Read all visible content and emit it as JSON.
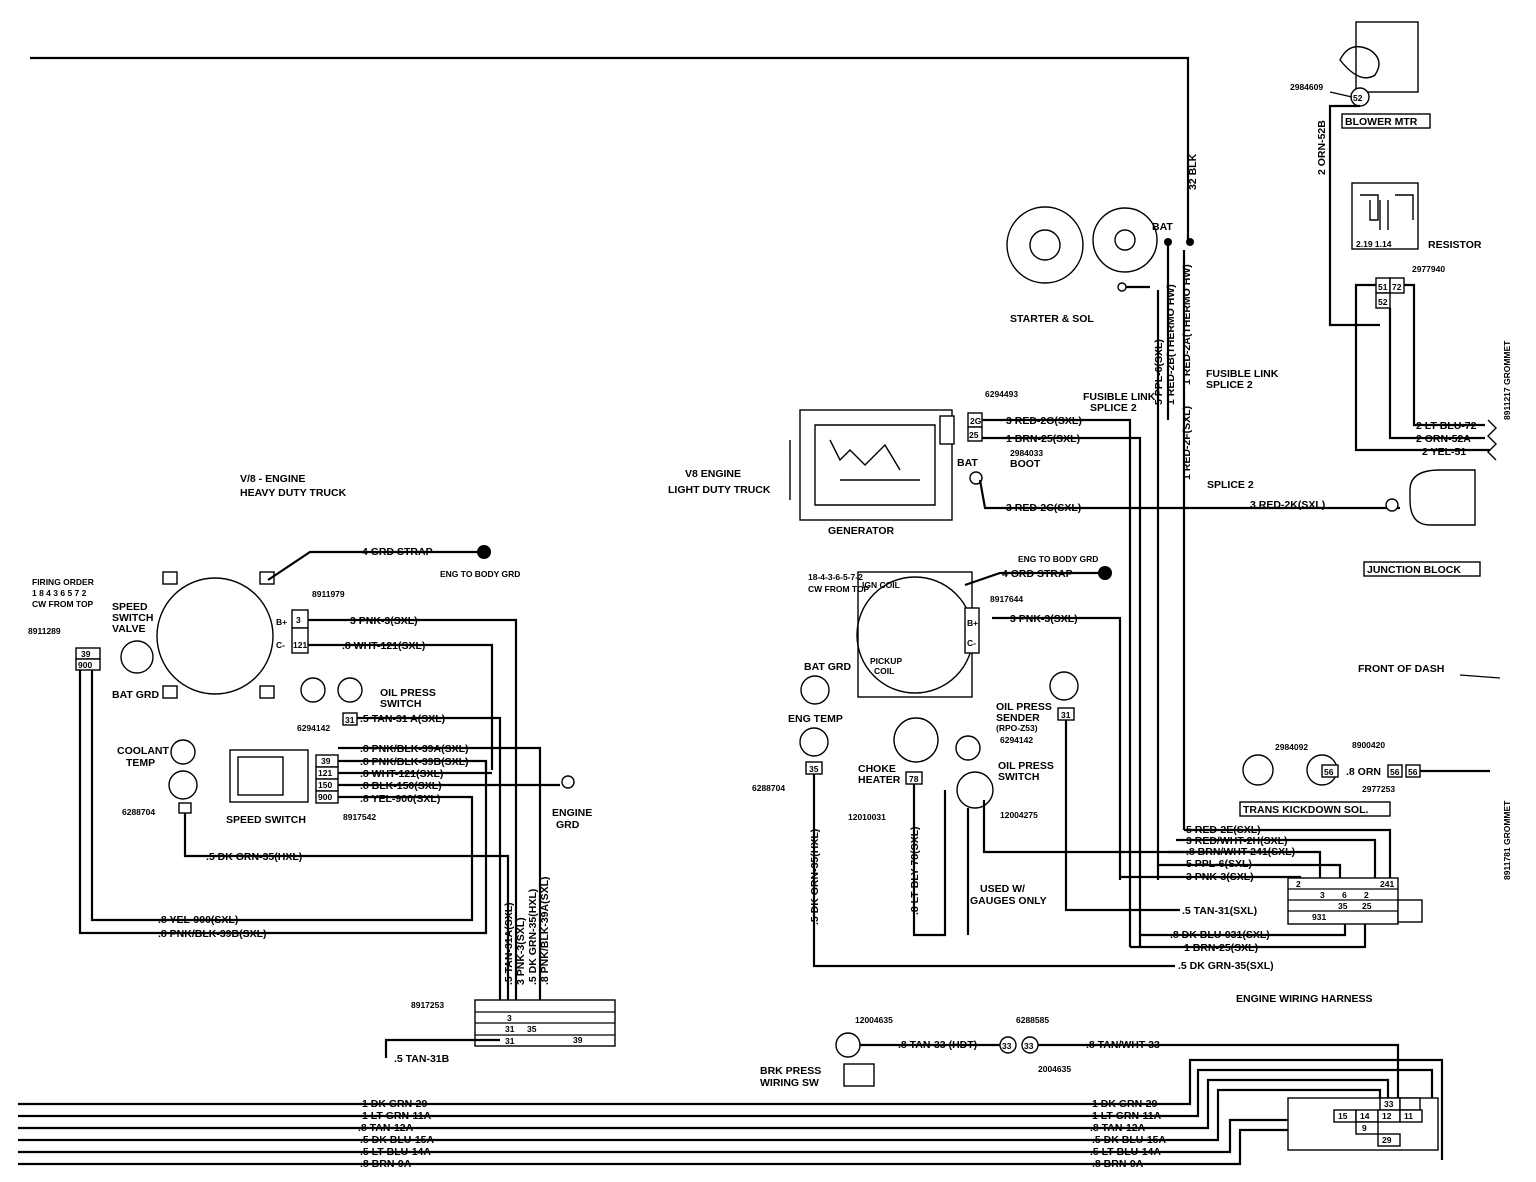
{
  "battery_wire": "32 BLK",
  "blower": {
    "part": "2984609",
    "conn": "52",
    "label": "BLOWER MTR",
    "wire": "2 ORN-52B"
  },
  "resistor": {
    "label": "RESISTOR",
    "part": "2977940",
    "values": "2.19 1.14",
    "pins": [
      "51",
      "72",
      "52"
    ],
    "wires": [
      "2 LT BLU-72",
      "2 ORN-52A",
      "2 YEL-51"
    ],
    "grommet": "8911217 GROMMET"
  },
  "starter": {
    "label": "STARTER & SOL",
    "bat": "BAT",
    "wires": [
      "5 PPL-6(SXL)",
      "1 RED-2B(THERMO HW)",
      "1 RED-2A(THERMO HW)"
    ]
  },
  "fusible": {
    "fl_r": "FUSIBLE LINK",
    "sp_r": "SPLICE 2",
    "fl_l": "FUSIBLE LINK",
    "sp_l": "SPLICE 2",
    "sp_b": "SPLICE 2"
  },
  "generator": {
    "label": "GENERATOR",
    "title": [
      "V8 ENGINE",
      "LIGHT DUTY TRUCK"
    ],
    "part": "6294493",
    "boot": [
      "2984033",
      "BOOT"
    ],
    "bat": "BAT",
    "pins": [
      "2G",
      "25"
    ],
    "wires": [
      "3 RED-2G(SXL)",
      "1 BRN-25(SXL)",
      "3 RED-2C(SXL)",
      "1 RED-2F(SXL)"
    ]
  },
  "junction": {
    "label": "JUNCTION BLOCK",
    "wire": "3 RED-2K(SXL)"
  },
  "hd_engine": {
    "title": [
      "V/8 - ENGINE",
      "HEAVY DUTY TRUCK"
    ],
    "firing": [
      "FIRING ORDER",
      "1 8 4 3 6 5 7 2",
      "CW FROM TOP"
    ],
    "speed_valve": [
      "SPEED",
      "SWITCH",
      "VALVE"
    ],
    "part_8911289": "8911289",
    "conn_39_900": [
      "39",
      "900"
    ],
    "bat_grd": "BAT GRD",
    "strap": "4 GRD STRAP",
    "eng_body": "ENG TO BODY GRD",
    "part_8911979": "8911979",
    "coil_pins": [
      "3",
      "121"
    ],
    "coil_labels": [
      "B+",
      "C-"
    ],
    "wires_a": [
      "3 PNK-3(SXL)",
      ".8 WHT-121(SXL)",
      ".5 TAN-31 A(SXL)"
    ],
    "oil_sw": [
      "OIL PRESS",
      "SWITCH"
    ],
    "part_6294142": "6294142",
    "conn_31": "31",
    "coolant": [
      "COOLANT",
      "TEMP"
    ],
    "part_6288704": "6288704",
    "speed_switch": "SPEED SWITCH",
    "ss_pins": [
      "39",
      "39",
      "121",
      "150",
      "900"
    ],
    "ss_wires": [
      ".8 PNK/BLK-39A(SXL)",
      ".8 PNK/BLK-39B(SXL)",
      ".8 WHT-121(SXL)",
      ".8 BLK-150(SXL)",
      ".8 YEL-900(SXL)"
    ],
    "part_8917542": "8917542",
    "engine_grd": [
      "ENGINE",
      "GRD"
    ],
    "dk_grn": ".5 DK GRN-35(HXL)",
    "yel": ".8 YEL-900(SXL)",
    "pnk": ".8 PNK/BLK-39B(SXL)",
    "vert": [
      ".5 TAN-31A(SXL)",
      "3 PNK-3(SXL)",
      ".5 DK GRN-35(HXL)",
      ".8 PNK/BLK-39A(SXL)"
    ],
    "part_8917253": "8917253",
    "conn_pins": [
      "3",
      "31",
      "35",
      "39",
      "31"
    ],
    "tan31b": ".5 TAN-31B"
  },
  "ld_engine": {
    "strap": "4 GRD STRAP",
    "eng_body": "ENG TO BODY GRD",
    "ign_coil": "IGN COIL",
    "pickup": [
      "PICKUP",
      "COIL"
    ],
    "part_8917644": "8917644",
    "pnk": "3 PNK-3(SXL)",
    "pins": [
      "B+",
      "C-"
    ],
    "bat_grd": "BAT GRD",
    "eng_temp": "ENG TEMP",
    "part_6288704": "6288704",
    "conn_35": "35",
    "dk_grn_v": ".5 DK GRN-35(HXL)",
    "choke": [
      "CHOKE",
      "HEATER"
    ],
    "conn_78": "78",
    "part_12010031": "12010031",
    "lt_blu": ".8 LT BLY 78(SXL)",
    "oil_sw": [
      "OIL PRESS",
      "SWITCH"
    ],
    "part_12004275": "12004275",
    "sender": [
      "OIL PRESS",
      "SENDER",
      "(RPO-Z53)"
    ],
    "part_6294142": "6294142",
    "conn_31": "31",
    "gauges": [
      "USED W/",
      "GAUGES ONLY"
    ],
    "dist_small": [
      "18-4-3-6-5-7-2",
      "CW FROM TOP"
    ]
  },
  "dash": {
    "front": "FRONT OF DASH",
    "trans": "TRANS KICKDOWN SOL.",
    "part_2984092": "2984092",
    "part_8900420": "8900420",
    "conn_56": "56",
    "orn": ".8 ORN",
    "part_2977253": "2977253",
    "grommet": "8911781 GROMMET"
  },
  "bulkhead_wires": [
    "5 RED-2E(SXL)",
    "3 RED/WHT-2H(SXL)",
    ".8 BRN/WHT-241(SXL)",
    "5 PPL-6(SXL)",
    "3 PNK-3(SXL)",
    ".5 TAN-31(SXL)",
    ".8 DK BLU-931(SXL)",
    "1 BRN-25(SXL)",
    ".5 DK GRN-35(SXL)"
  ],
  "bulkhead_pins": [
    "2",
    "241",
    "3",
    "6",
    "2",
    "931",
    "35",
    "25"
  ],
  "harness": "ENGINE WIRING HARNESS",
  "brake": {
    "label": [
      "BRK PRESS",
      "WIRING SW"
    ],
    "part_12004635": "12004635",
    "tan33": ".8 TAN-33 (HDT)",
    "part_6288585": "6288585",
    "part_2004635": "2004635",
    "tanwht": ".8 TAN/WHT-33",
    "conn": "33"
  },
  "bottom_wires": [
    "1 DK GRN-29",
    "1 LT GRN-11A",
    ".8 TAN-12A",
    ".5 DK BLU-15A",
    ".5 LT BLU-14A",
    ".8 BRN-9A"
  ],
  "bottom_pins": [
    "33",
    "15",
    "14",
    "12",
    "11",
    "9",
    "29"
  ]
}
